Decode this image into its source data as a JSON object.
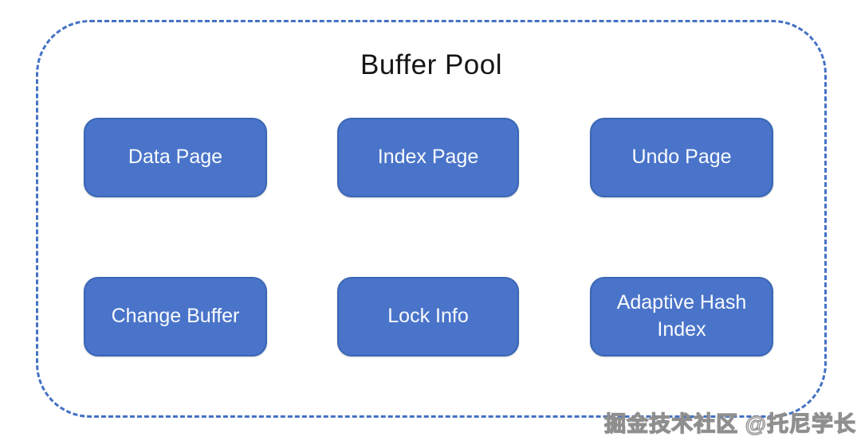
{
  "diagram": {
    "title": "Buffer Pool",
    "boxes": [
      {
        "label": "Data Page"
      },
      {
        "label": "Index Page"
      },
      {
        "label": "Undo Page"
      },
      {
        "label": "Change Buffer"
      },
      {
        "label": "Lock Info"
      },
      {
        "label": "Adaptive Hash Index"
      }
    ],
    "watermark": "掘金技术社区 @托尼学长",
    "colors": {
      "box_fill": "#4A74C9",
      "box_border": "#3A66B4",
      "box_text": "#FAFCFF",
      "container_dashed_border": "#4472C4",
      "title_text": "#151515",
      "watermark_text": "#FFFFFF",
      "watermark_outline": "#8F8F8F",
      "background": "#FFFFFF"
    }
  }
}
